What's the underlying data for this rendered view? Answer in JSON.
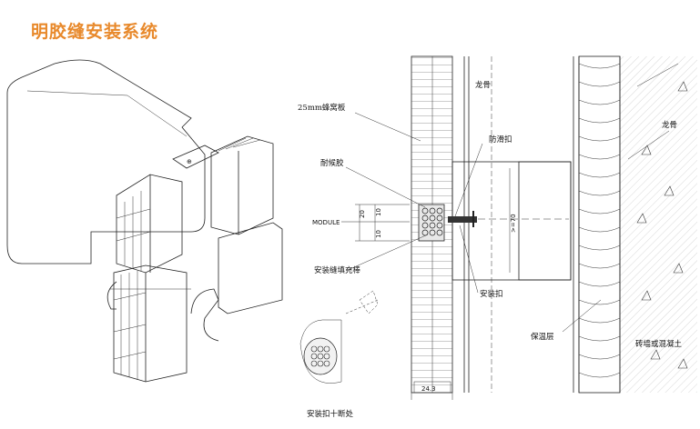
{
  "title": "明胶缝安装系统",
  "labels": {
    "honeycomb_panel": "25mm蜂窝板",
    "keel_top": "龙骨",
    "anti_slip_clip": "防滑扣",
    "weather_sealant": "耐候胶",
    "module": "MODULE",
    "dim_20": "20",
    "dim_10a": "10",
    "dim_10b": "10",
    "dim_70": ">=70",
    "gap_filler": "安装缝填充棒",
    "install_clip": "安装扣",
    "keel_right": "龙骨",
    "insulation": "保温层",
    "wall": "砖墙或混凝土",
    "dim_24": "24.3",
    "clip_break": "安装扣十断处"
  },
  "colors": {
    "title": "#e8892b",
    "line": "#222222"
  }
}
